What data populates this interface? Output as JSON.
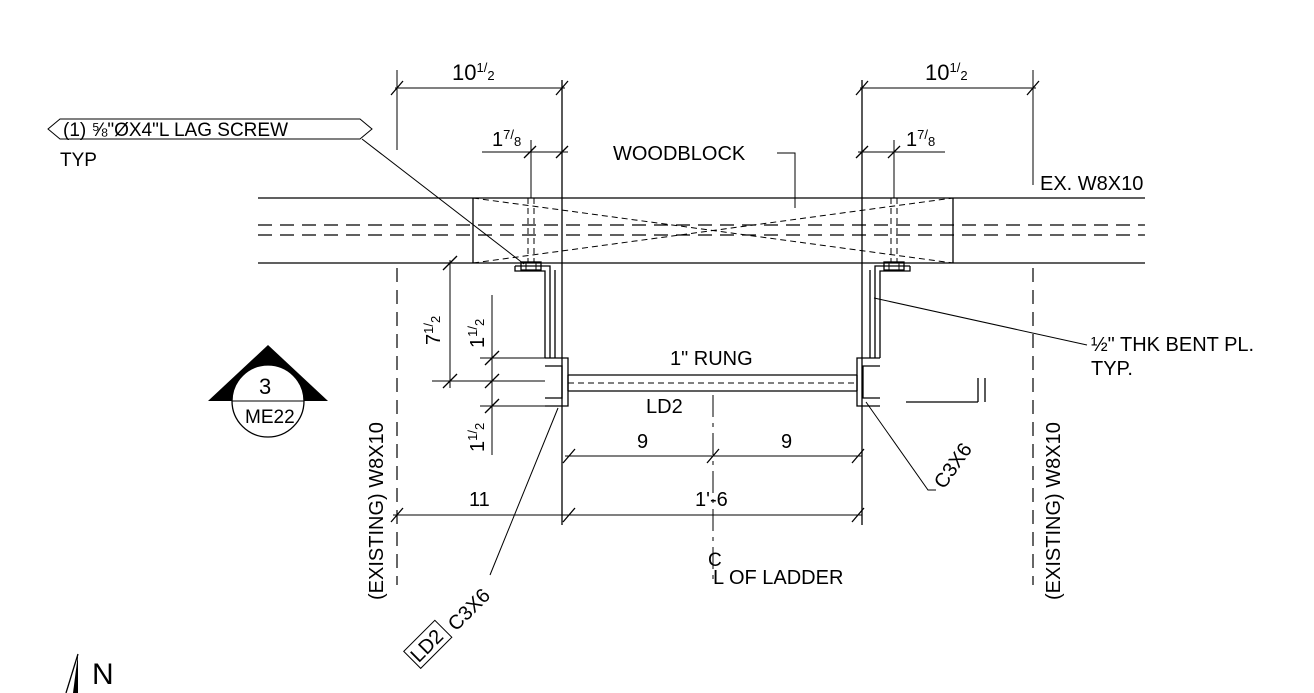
{
  "drawing": {
    "labels": {
      "lag_screw": "(1) ⅝\"ØX4\"L LAG SCREW",
      "typ": "TYP",
      "woodblock": "WOODBLOCK",
      "ex_beam": "EX. W8X10",
      "bent_plate_line1": "½\" THK BENT PL.",
      "bent_plate_line2": "TYP.",
      "rung": "1\"  RUNG",
      "ladder_mark": "LD2",
      "channel_right": "C3X6",
      "channel_left": "C3X6",
      "existing_left": "(EXISTING) W8X10",
      "existing_right": "(EXISTING) W8X10",
      "centerline_symbol": "C",
      "centerline_label": "L OF LADDER",
      "break_symbol": "||",
      "tag_box": "LD2",
      "north": "N"
    },
    "section_marker": {
      "number": "3",
      "sheet": "ME22"
    },
    "dimensions": {
      "left_top": {
        "whole": "10",
        "num": "1",
        "den": "2"
      },
      "right_top": {
        "whole": "10",
        "num": "1",
        "den": "2"
      },
      "left_small": {
        "whole": "1",
        "num": "7",
        "den": "8"
      },
      "right_small": {
        "whole": "1",
        "num": "7",
        "den": "8"
      },
      "vertical_total": {
        "whole": "7",
        "num": "1",
        "den": "2"
      },
      "vertical_upper": {
        "whole": "1",
        "num": "1",
        "den": "2"
      },
      "vertical_lower": {
        "whole": "1",
        "num": "1",
        "den": "2"
      },
      "half_left": "9",
      "half_right": "9",
      "offset": "11",
      "width": "1'-6"
    }
  }
}
